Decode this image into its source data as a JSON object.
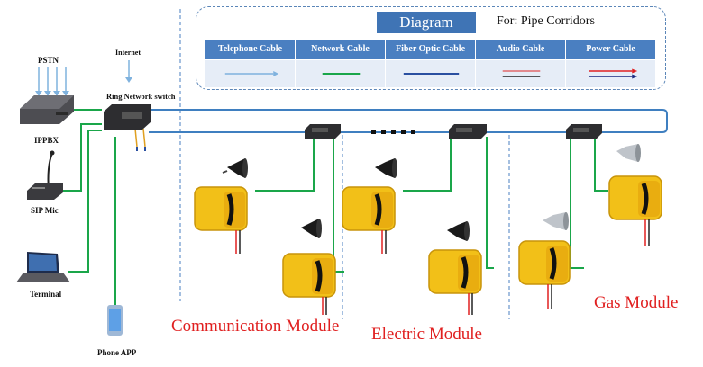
{
  "legend": {
    "title": "Diagram",
    "for_label": "For: Pipe Corridors",
    "headers": [
      "Telephone Cable",
      "Network Cable",
      "Fiber Optic Cable",
      "Audio  Cable",
      "Power Cable"
    ],
    "colors": {
      "telephone": "#7fb2de",
      "network": "#1aa64a",
      "fiber": "#2a4fa0",
      "audio_a": "#e05050",
      "audio_b": "#222222",
      "power_a": "#e02020",
      "power_b": "#1a2a80"
    }
  },
  "devices": {
    "pstn": "PSTN",
    "internet": "Internet",
    "ring_switch": "Ring Network switch",
    "ippbx": "IPPBX",
    "sip_mic": "SIP Mic",
    "terminal": "Terminal",
    "phone_app": "Phone APP"
  },
  "modules": {
    "communication": "Communication Module",
    "electric": "Electric Module",
    "gas": "Gas Module"
  },
  "colors": {
    "ring": "#3f7fc0",
    "link": "#1aa64a",
    "module_text": "#e02020",
    "phone_body": "#f2c018",
    "divider": "#4a7fc1"
  }
}
